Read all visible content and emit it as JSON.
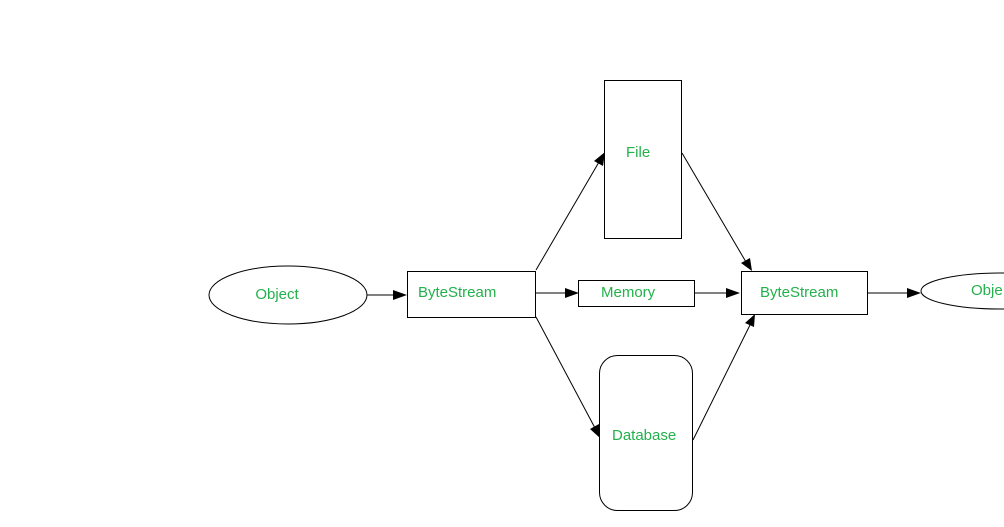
{
  "diagram": {
    "label_color": "#22b14c",
    "line_color": "#000000",
    "nodes": {
      "source_object": "Object",
      "source_bytestream": "ByteStream",
      "file": "File",
      "memory": "Memory",
      "database": "Database",
      "target_bytestream": "ByteStream",
      "target_object": "Obje"
    },
    "edges": [
      {
        "from": "source_object",
        "to": "source_bytestream"
      },
      {
        "from": "source_bytestream",
        "to": "file"
      },
      {
        "from": "source_bytestream",
        "to": "memory"
      },
      {
        "from": "source_bytestream",
        "to": "database"
      },
      {
        "from": "file",
        "to": "target_bytestream"
      },
      {
        "from": "memory",
        "to": "target_bytestream"
      },
      {
        "from": "database",
        "to": "target_bytestream"
      },
      {
        "from": "target_bytestream",
        "to": "target_object"
      }
    ]
  }
}
